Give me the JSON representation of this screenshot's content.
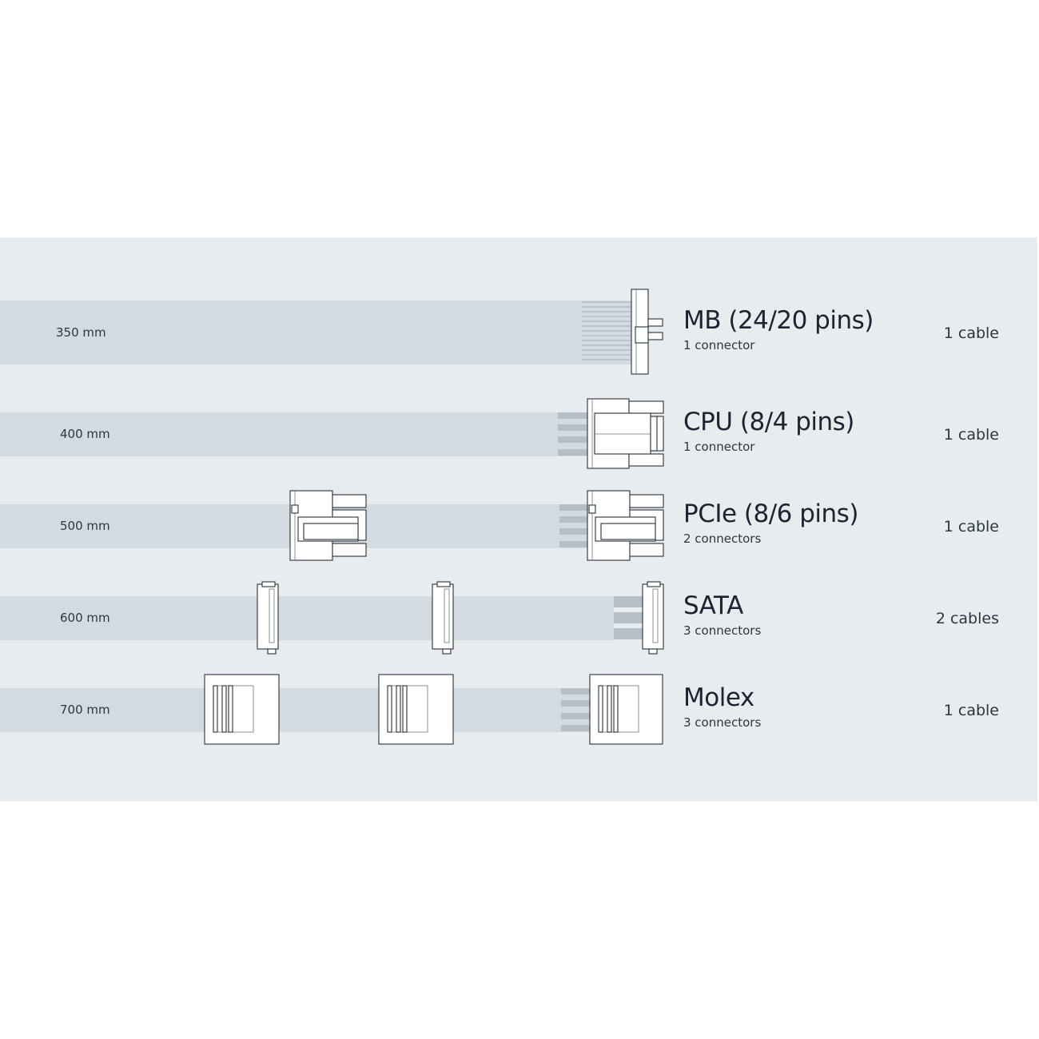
{
  "cables": [
    {
      "id": "mb",
      "length": "350 mm",
      "title": "MB (24/20 pins)",
      "connectors": "1 connector",
      "count": "1 cable"
    },
    {
      "id": "cpu",
      "length": "400 mm",
      "title": "CPU (8/4 pins)",
      "connectors": "1 connector",
      "count": "1 cable"
    },
    {
      "id": "pcie",
      "length": "500 mm",
      "title": "PCIe (8/6 pins)",
      "connectors": "2 connectors",
      "count": "1 cable"
    },
    {
      "id": "sata",
      "length": "600 mm",
      "title": "SATA",
      "connectors": "3 connectors",
      "count": "2 cables"
    },
    {
      "id": "molex",
      "length": "700 mm",
      "title": "Molex",
      "connectors": "3 connectors",
      "count": "1 cable"
    }
  ],
  "colors": {
    "panel": "#e8ecef",
    "band": "#d3dae0",
    "wire": "#b6bfc6",
    "outline": "#2a3138"
  }
}
